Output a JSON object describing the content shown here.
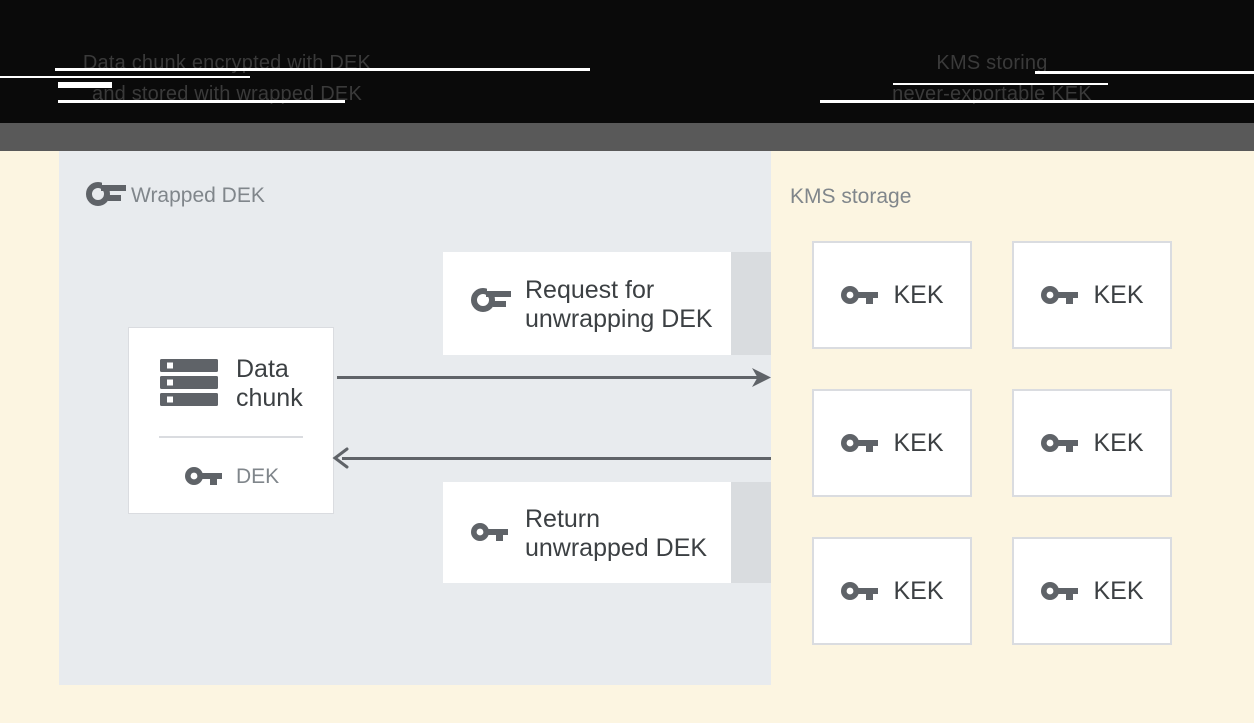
{
  "header": {
    "left_label": {
      "line1": "Data chunk encrypted with DEK",
      "line2": "and stored with wrapped DEK"
    },
    "right_label": {
      "line1": "KMS storing",
      "line2": "never-exportable KEK"
    }
  },
  "diagram": {
    "wrapped_panel": {
      "title": "Wrapped DEK"
    },
    "data_chunk_box": {
      "line1": "Data",
      "line2": "chunk",
      "key_label": "DEK"
    },
    "request_box": {
      "line1": "Request for",
      "line2": "unwrapping DEK"
    },
    "return_box": {
      "line1": "Return",
      "line2": "unwrapped DEK"
    },
    "kms_panel": {
      "title": "KMS storage",
      "kek_boxes": [
        {
          "label": "KEK"
        },
        {
          "label": "KEK"
        },
        {
          "label": "KEK"
        },
        {
          "label": "KEK"
        },
        {
          "label": "KEK"
        },
        {
          "label": "KEK"
        }
      ]
    }
  },
  "colors": {
    "header_black": "#0a0a0a",
    "header_gray_band": "#595959",
    "cream_background": "#fcf5e1",
    "panel_blue_gray": "#e8ebee",
    "box_border": "#dadce0",
    "icon_gray": "#5f6368",
    "label_gray": "#80868b",
    "text_dark": "#3c4043",
    "arrow_gray": "#5f6368"
  }
}
